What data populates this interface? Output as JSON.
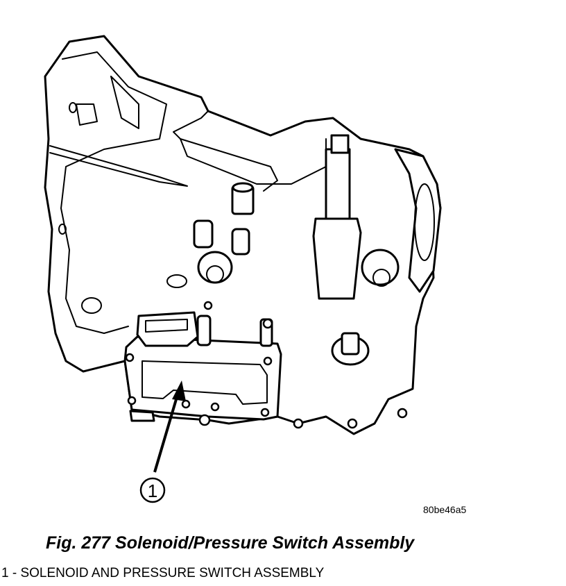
{
  "figure": {
    "callout_number": "1",
    "image_code": "80be46a5",
    "caption": "Fig. 277 Solenoid/Pressure Switch Assembly",
    "legend": [
      {
        "number": "1",
        "text": "1 - SOLENOID AND PRESSURE SWITCH ASSEMBLY"
      }
    ]
  }
}
